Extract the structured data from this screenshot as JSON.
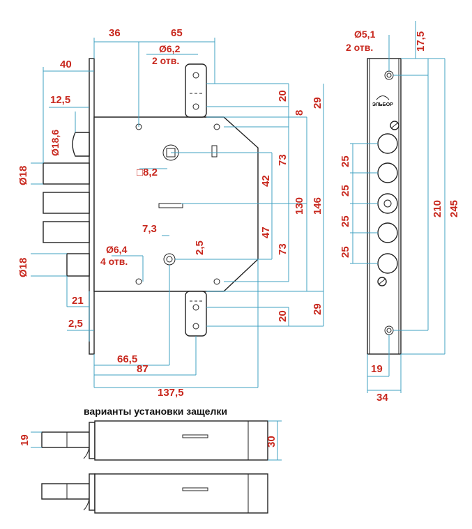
{
  "caption": "варианты установки защелки",
  "dims": {
    "d36": "36",
    "d65": "65",
    "d40": "40",
    "d12_5": "12,5",
    "d18_6": "Ø18,6",
    "d18a": "Ø18",
    "d18b": "Ø18",
    "d21": "21",
    "d2_5a": "2,5",
    "d6_2": "Ø6,2",
    "d6_2n": "2 отв.",
    "d8_2": "□8,2",
    "d7_3": "7,3",
    "d6_4": "Ø6,4",
    "d6_4n": "4 отв.",
    "d2_5b": "2,5",
    "d66_5": "66,5",
    "d87": "87",
    "d137_5": "137,5",
    "d20a": "20",
    "d8": "8",
    "d29a": "29",
    "d73a": "73",
    "d42": "42",
    "d130": "130",
    "d146": "146",
    "d47": "47",
    "d73b": "73",
    "d20b": "20",
    "d29b": "29",
    "d5_1": "Ø5,1",
    "d5_1n": "2 отв.",
    "d17_5": "17,5",
    "d25a": "25",
    "d25b": "25",
    "d25c": "25",
    "d25d": "25",
    "d210": "210",
    "d245": "245",
    "d19a": "19",
    "d34": "34",
    "d19b": "19",
    "d30": "30"
  },
  "brand": "ЭЛЬБОР",
  "colors": {
    "dimension_text": "#c8281e",
    "extension_line": "#3fa0c2",
    "outline": "#222222"
  }
}
